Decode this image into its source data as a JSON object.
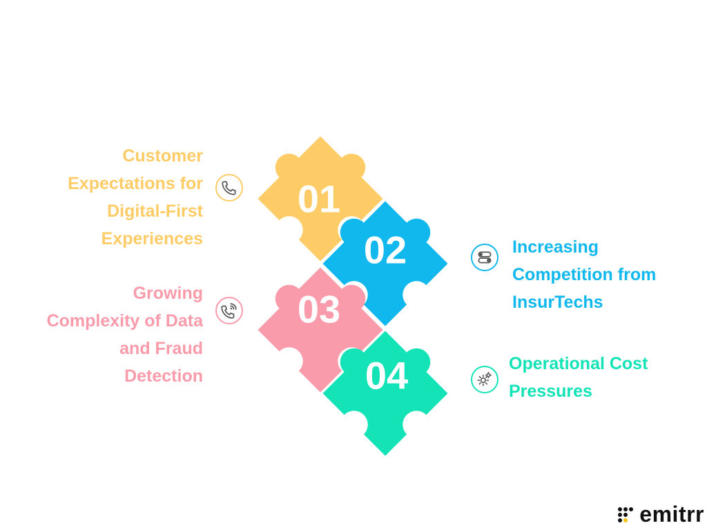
{
  "colors": {
    "yellow": "#FECC66",
    "blue": "#10B8EE",
    "pink": "#F99BAA",
    "green": "#13E3B6",
    "numbers": "#FFFFFF",
    "logo": "#111111",
    "logo_accent": "#FFC107"
  },
  "pieces": [
    {
      "number": "01",
      "color_key": "yellow"
    },
    {
      "number": "02",
      "color_key": "blue"
    },
    {
      "number": "03",
      "color_key": "pink"
    },
    {
      "number": "04",
      "color_key": "green"
    }
  ],
  "items": [
    {
      "lines": [
        "Customer",
        "Expectations for",
        "Digital-First",
        "Experiences"
      ],
      "color": "#FECC66",
      "icon": "phone-icon"
    },
    {
      "lines": [
        "Increasing",
        "Competition from",
        "InsurTechs"
      ],
      "color": "#10B8EE",
      "icon": "toggle-switch-icon"
    },
    {
      "lines": [
        "Growing",
        "Complexity of Data",
        "and Fraud",
        "Detection"
      ],
      "color": "#F99BAA",
      "icon": "phone-signal-icon"
    },
    {
      "lines": [
        "Operational Cost",
        "Pressures"
      ],
      "color": "#13E3B6",
      "icon": "gears-icon"
    }
  ],
  "logo": {
    "word": "emitrr",
    "icon": "emitrr-dots-icon"
  }
}
